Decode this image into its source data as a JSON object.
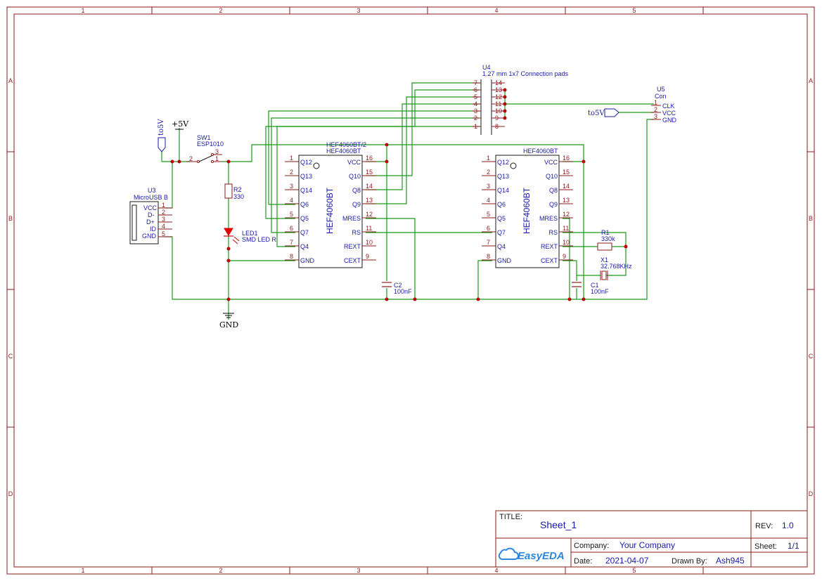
{
  "frame": {
    "columns": [
      "1",
      "2",
      "3",
      "4",
      "5"
    ],
    "rows": [
      "A",
      "B",
      "C",
      "D"
    ]
  },
  "components": {
    "u4": {
      "ref": "U4",
      "value": "1.27 mm 1x7 Connection pads",
      "left_pins": [
        "7",
        "6",
        "5",
        "4",
        "3",
        "2",
        "1"
      ],
      "right_pins": [
        "14",
        "13",
        "12",
        "11",
        "10",
        "9",
        "8"
      ]
    },
    "u5": {
      "ref": "U5",
      "value": "Con",
      "pins": [
        "1",
        "2",
        "3"
      ],
      "signals": [
        "CLK",
        "VCC",
        "GND"
      ]
    },
    "sw1": {
      "ref": "SW1",
      "value": "ESP1010",
      "pins": [
        "2",
        "3",
        "1"
      ]
    },
    "r2": {
      "ref": "R2",
      "value": "330"
    },
    "led1": {
      "ref": "LED1",
      "value": "SMD LED R"
    },
    "u3": {
      "ref": "U3",
      "value": "MicroUSB B",
      "pins": [
        "VCC",
        "D-",
        "D+",
        "ID",
        "GND"
      ],
      "pin_nums": [
        "1",
        "2",
        "3",
        "4",
        "5"
      ]
    },
    "ic1": {
      "ref": "HEF4060BT/2",
      "value": "HEF4060BT",
      "body_text": "HEF4060BT"
    },
    "ic2": {
      "ref": "",
      "value": "HEF4060BT",
      "body_text": "HEF4060BT"
    },
    "ic_left_pins": [
      {
        "n": "1",
        "name": "Q12"
      },
      {
        "n": "2",
        "name": "Q13"
      },
      {
        "n": "3",
        "name": "Q14"
      },
      {
        "n": "4",
        "name": "Q6"
      },
      {
        "n": "5",
        "name": "Q5"
      },
      {
        "n": "6",
        "name": "Q7"
      },
      {
        "n": "7",
        "name": "Q4"
      },
      {
        "n": "8",
        "name": "GND"
      }
    ],
    "ic_right_pins": [
      {
        "n": "16",
        "name": "VCC"
      },
      {
        "n": "15",
        "name": "Q10"
      },
      {
        "n": "14",
        "name": "Q8"
      },
      {
        "n": "13",
        "name": "Q9"
      },
      {
        "n": "12",
        "name": "MRES"
      },
      {
        "n": "11",
        "name": "RS"
      },
      {
        "n": "10",
        "name": "REXT"
      },
      {
        "n": "9",
        "name": "CEXT"
      }
    ],
    "c2": {
      "ref": "C2",
      "value": "100nF"
    },
    "c1": {
      "ref": "C1",
      "value": "100nF"
    },
    "r1": {
      "ref": "R1",
      "value": "330k"
    },
    "x1": {
      "ref": "X1",
      "value": "32.768KHz"
    }
  },
  "net_labels": {
    "to5v_a": "to5V",
    "to5v_b": "to5V",
    "plus5v": "+5V",
    "gnd": "GND"
  },
  "title_block": {
    "title_label": "TITLE:",
    "title": "Sheet_1",
    "rev_label": "REV:",
    "rev": "1.0",
    "company_label": "Company:",
    "company": "Your Company",
    "sheet_label": "Sheet:",
    "sheet": "1/1",
    "date_label": "Date:",
    "date": "2021-04-07",
    "drawn_label": "Drawn By:",
    "drawn_by": "Ash945",
    "logo": "EasyEDA"
  }
}
